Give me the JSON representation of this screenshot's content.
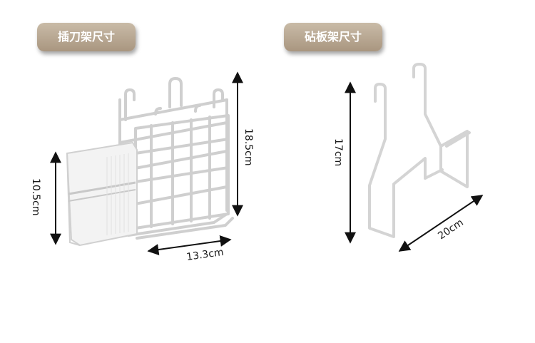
{
  "sections": {
    "left": {
      "badge_label": "插刀架尺寸",
      "dims": {
        "height": "18.5cm",
        "width": "13.3cm",
        "cup_height": "10.5cm"
      }
    },
    "right": {
      "badge_label": "砧板架尺寸",
      "dims": {
        "height": "17cm",
        "width": "20cm"
      }
    }
  },
  "colors": {
    "badge": "#b9a893",
    "wire": "#d9d9d9",
    "arrow": "#111111"
  }
}
